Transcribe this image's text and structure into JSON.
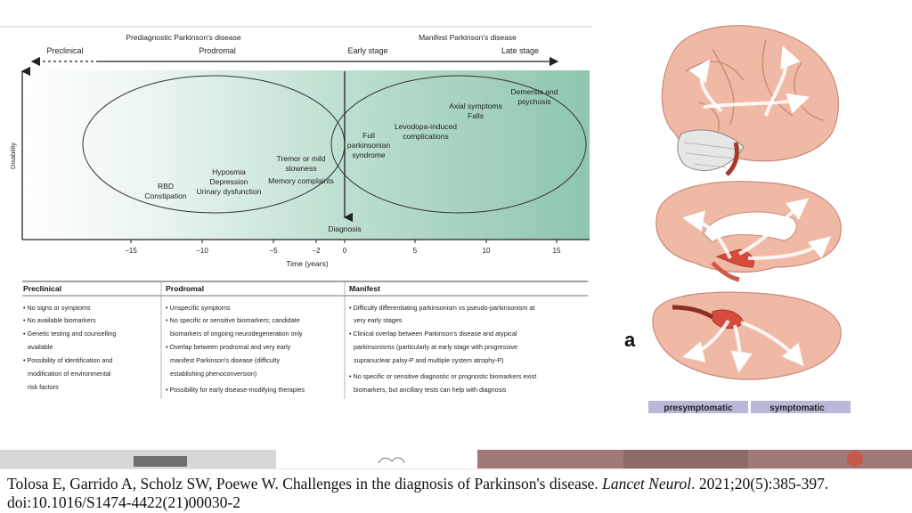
{
  "timeline": {
    "prediagnostic_label": "Prediagnostic Parkinson's disease",
    "manifest_label": "Manifest Parkinson's disease",
    "stages": {
      "preclinical": "Preclinical",
      "prodromal": "Prodromal",
      "early": "Early stage",
      "late": "Late stage"
    },
    "y_axis": "Disability",
    "x_axis": "Time (years)",
    "diagnosis": "Diagnosis",
    "ticks": [
      "−15",
      "−10",
      "−5",
      "−2",
      "0",
      "5",
      "10",
      "15"
    ],
    "symptoms": {
      "rbd": "RBD",
      "constipation": "Constipation",
      "hyposmia": "Hyposmia",
      "depression": "Depression",
      "urinary": "Urinary dysfunction",
      "tremor1": "Tremor or mild",
      "tremor2": "slowness",
      "memory": "Memory complaints",
      "full1": "Full",
      "full2": "parkinsonian",
      "full3": "syndrome",
      "levodopa1": "Levodopa-induced",
      "levodopa2": "complications",
      "axial": "Axial symptoms",
      "falls": "Falls",
      "dementia1": "Dementia and",
      "dementia2": "psychosis"
    }
  },
  "table": {
    "preclinical": {
      "header": "Preclinical",
      "lines": [
        "• No signs or symptoms",
        "• No available biomarkers",
        "• Genetic testing and counselling",
        "available",
        "• Possibility of identification and",
        "modification of environmental",
        "risk factors"
      ]
    },
    "prodromal": {
      "header": "Prodromal",
      "lines": [
        "• Unspecific symptoms",
        "• No specific or sensitive biomarkers; candidate",
        "biomarkers of ongoing neurodegeneration only",
        "• Overlap between prodromal and very early",
        "manifest Parkinson's disease (difficulty",
        "establishing phenoconversion)",
        "• Possibility for early disease-modifying therapies"
      ]
    },
    "manifest": {
      "header": "Manifest",
      "lines": [
        "• Difficulty differentiating parkinsonism vs pseudo-parkinsonism at",
        "very early stages",
        "• Clinical overlap between Parkinson's disease and atypical",
        "parkinsonisms (particularly at early stage with progressive",
        "supranuclear palsy-P and multiple system atrophy-P)",
        "• No specific or sensitive diagnostic or prognostic biomarkers exist",
        "biomarkers, but ancillary tests can help with diagnosis"
      ]
    }
  },
  "brain_panel": {
    "panel_letter": "a",
    "presymptomatic": "presymptomatic",
    "symptomatic": "symptomatic"
  },
  "citation": {
    "authors": "Tolosa E, Garrido A, Scholz SW, Poewe W. Challenges in the diagnosis of Parkinson's disease.",
    "journal": "Lancet Neurol",
    "details": ". 2021;20(5):385-397. doi:10.1016/S1474-4422(21)00030-2"
  }
}
